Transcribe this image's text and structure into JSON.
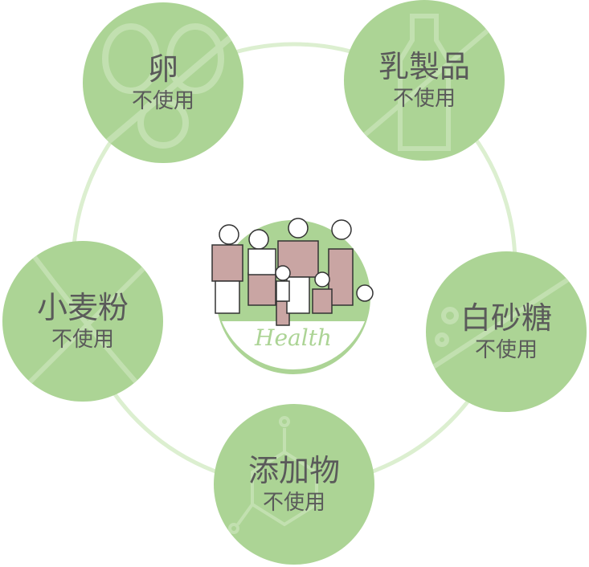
{
  "colors": {
    "circle": "#acd495",
    "ring": "#dcefd0",
    "text": "#5a5a5a",
    "figure": "#c9a5a3"
  },
  "items": [
    {
      "name": "卵",
      "status": "不使用",
      "icon": "egg-icon"
    },
    {
      "name": "乳製品",
      "status": "不使用",
      "icon": "milk-bottle-icon"
    },
    {
      "name": "小麦粉",
      "status": "不使用",
      "icon": "wheat-icon"
    },
    {
      "name": "白砂糖",
      "status": "不使用",
      "icon": "sugar-icon"
    },
    {
      "name": "添加物",
      "status": "不使用",
      "icon": "molecule-icon"
    }
  ],
  "center": {
    "label": "Health",
    "icon": "family-illustration"
  }
}
